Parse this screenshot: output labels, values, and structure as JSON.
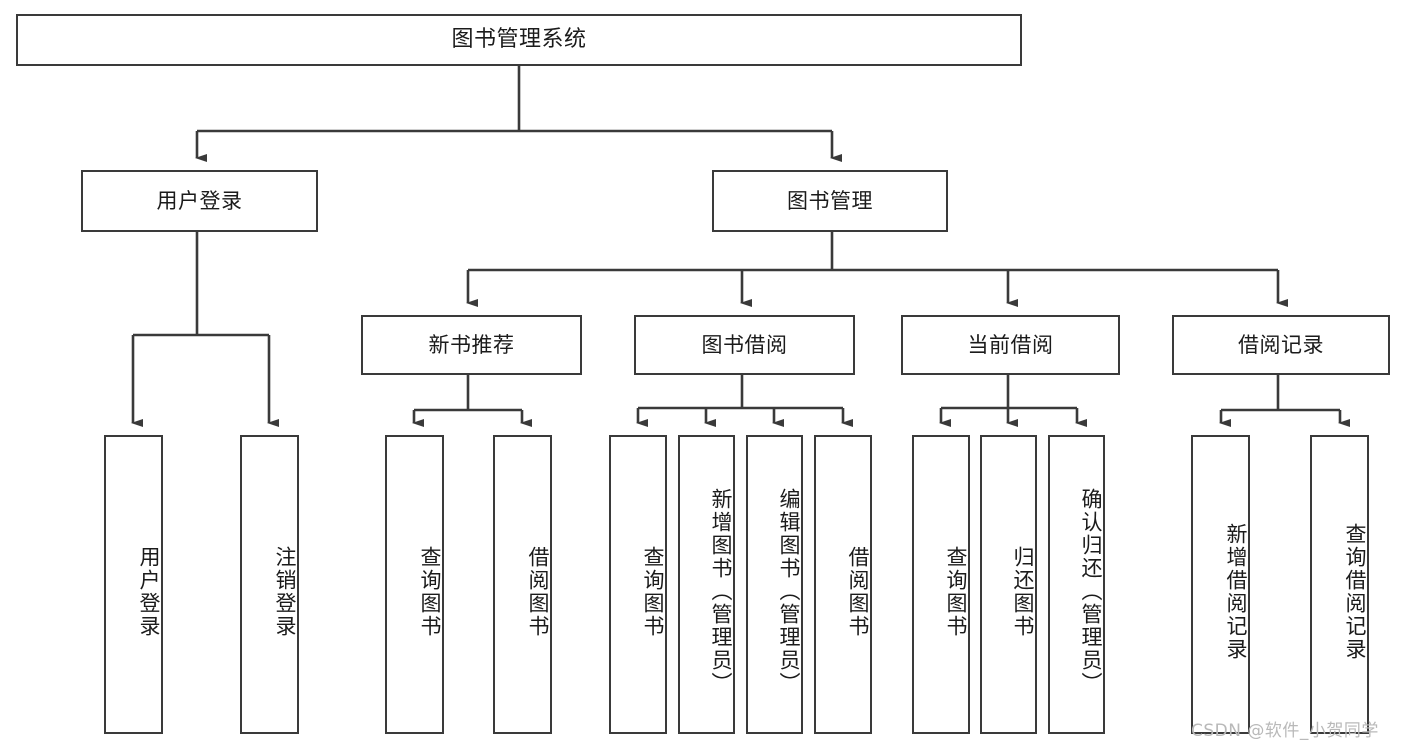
{
  "diagram": {
    "kind": "function-structure-tree",
    "title": "图书管理系统",
    "watermark": "CSDN @软件_小贺同学",
    "colors": {
      "stroke": "#3a3a3a",
      "fill": "#ffffff",
      "text": "#1b1b1b",
      "watermark": "#b9b9b9",
      "background": "#ffffff"
    },
    "levels": {
      "root": {
        "label": "图书管理系统"
      },
      "level2": [
        {
          "label": "用户登录"
        },
        {
          "label": "图书管理"
        }
      ],
      "level3": [
        {
          "label": "新书推荐"
        },
        {
          "label": "图书借阅"
        },
        {
          "label": "当前借阅"
        },
        {
          "label": "借阅记录"
        }
      ],
      "leaves": [
        {
          "label": "用户登录",
          "parent": "用户登录"
        },
        {
          "label": "注销登录",
          "parent": "用户登录"
        },
        {
          "label": "查询图书",
          "parent": "新书推荐"
        },
        {
          "label": "借阅图书",
          "parent": "新书推荐"
        },
        {
          "label": "查询图书",
          "parent": "图书借阅"
        },
        {
          "label": "新增图书（管理员）",
          "parent": "图书借阅"
        },
        {
          "label": "编辑图书（管理员）",
          "parent": "图书借阅"
        },
        {
          "label": "借阅图书",
          "parent": "图书借阅"
        },
        {
          "label": "查询图书",
          "parent": "当前借阅"
        },
        {
          "label": "归还图书",
          "parent": "当前借阅"
        },
        {
          "label": "确认归还（管理员）",
          "parent": "当前借阅"
        },
        {
          "label": "新增借阅记录",
          "parent": "借阅记录"
        },
        {
          "label": "查询借阅记录",
          "parent": "借阅记录"
        }
      ]
    }
  }
}
